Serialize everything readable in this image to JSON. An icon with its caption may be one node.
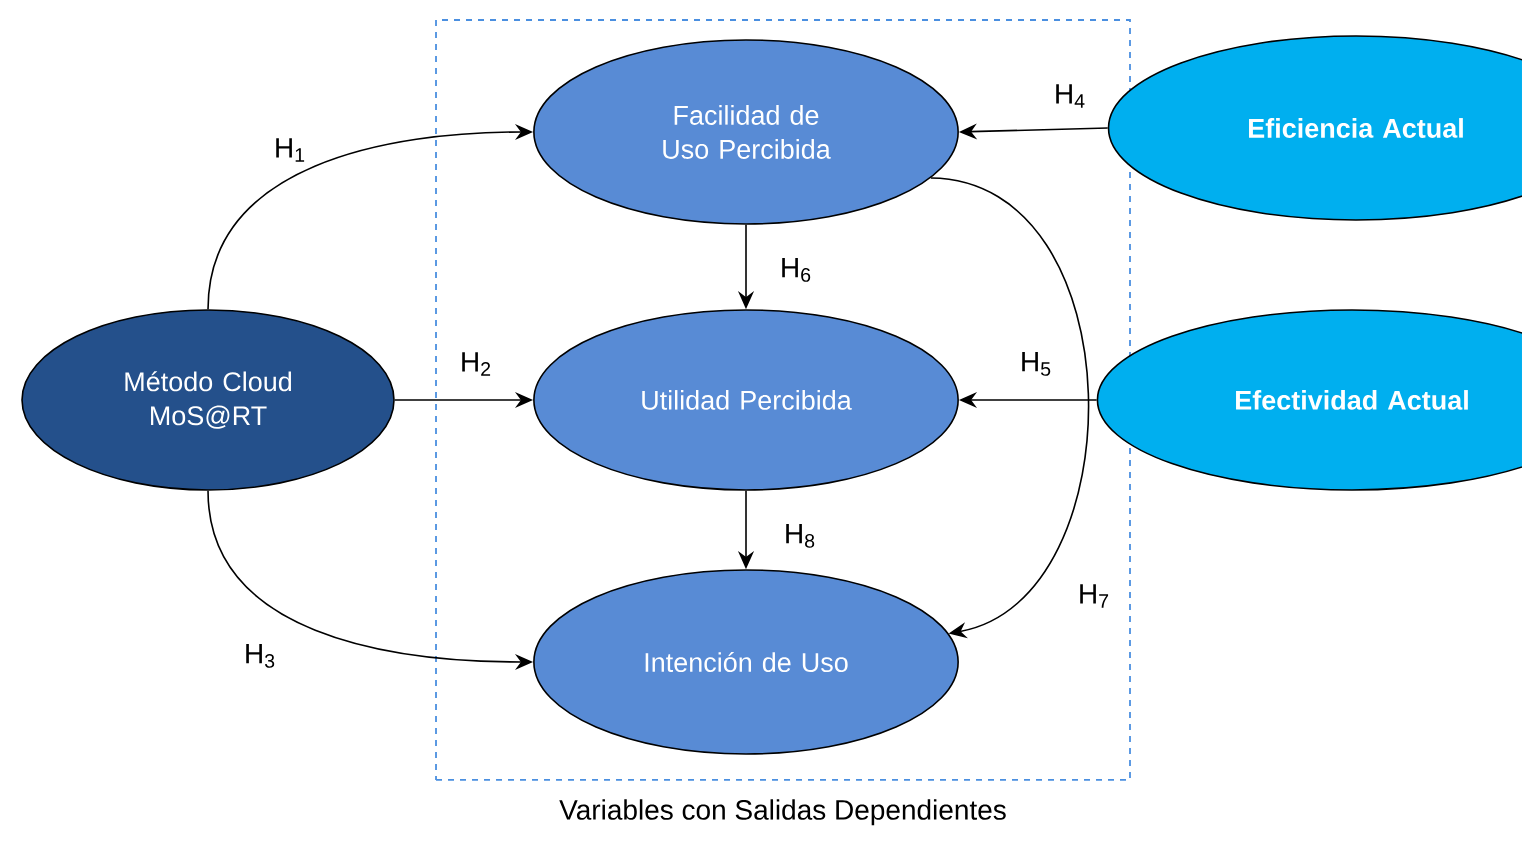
{
  "diagram": {
    "nodes": [
      {
        "text": [
          "Variables con Salidas Dependientes"
        ]
      },
      {
        "text": [
          "Facilidad de Uso Percibida"
        ],
        "in": 0
      },
      {
        "text": [
          "Utilidad Percibida"
        ],
        "in": 0
      },
      {
        "text": [
          "Intención de Uso"
        ],
        "in": 0
      },
      {
        "text": [
          "Método Cloud MoS@RT"
        ]
      },
      {
        "text": [
          "**Eficiencia Actual**"
        ]
      },
      {
        "text": [
          "**Efectividad Actual**"
        ]
      }
    ],
    "edges": [
      {
        "from": 4,
        "to": 1,
        "arrow": "to",
        "label": "H$_{1}$"
      },
      {
        "from": 4,
        "to": 2,
        "arrow": "to",
        "label": "H$_{2}$"
      },
      {
        "from": 4,
        "to": 3,
        "arrow": "to",
        "label": "H$_{3}$"
      },
      {
        "from": 5,
        "to": 1,
        "arrow": "to",
        "label": "H$_{4}$"
      },
      {
        "from": 6,
        "to": 2,
        "arrow": "to",
        "label": "H$_{5}$"
      },
      {
        "from": 1,
        "to": 2,
        "arrow": "to",
        "label": "H$_{6}$"
      },
      {
        "from": 1,
        "to": 3,
        "arrow": "to",
        "label": "H$_{7}$"
      },
      {
        "from": 2,
        "to": 3,
        "arrow": "to",
        "label": "H$_{8}$"
      }
    ]
  }
}
